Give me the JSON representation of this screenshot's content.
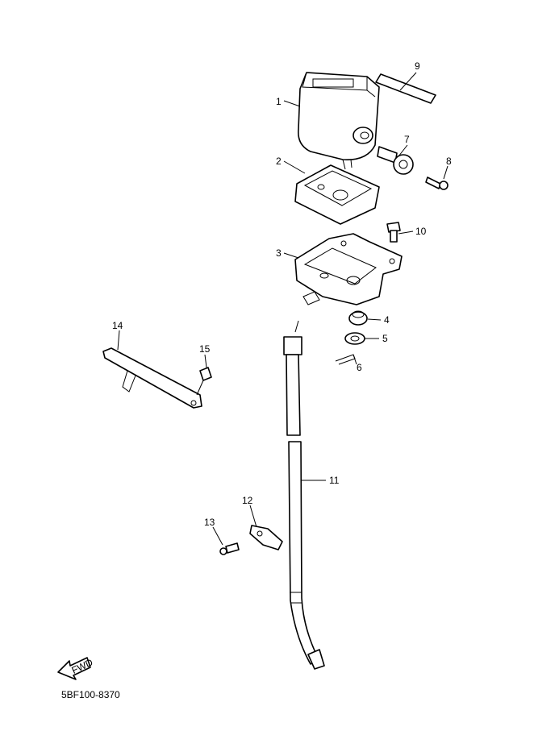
{
  "diagram": {
    "part_numbers": [
      "1",
      "2",
      "3",
      "4",
      "5",
      "6",
      "7",
      "8",
      "9",
      "10",
      "11",
      "12",
      "13",
      "14",
      "15"
    ],
    "direction_label": "FWD",
    "drawing_code": "5BF100-8370"
  }
}
